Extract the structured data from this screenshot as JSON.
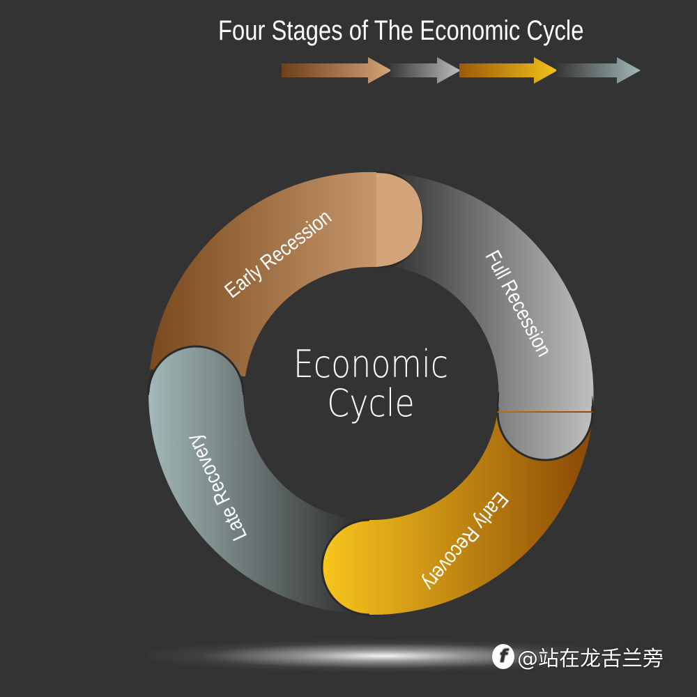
{
  "header": {
    "title": "Four Stages of The Economic Cycle",
    "arrows": [
      {
        "stage": "Early Recession",
        "color_start": "#7a4a1e",
        "color_end": "#d4a57b"
      },
      {
        "stage": "Full Recession",
        "color_start": "#3a3a3a",
        "color_end": "#b8b8b8"
      },
      {
        "stage": "Early Recovery",
        "color_start": "#9a5a08",
        "color_end": "#f4c21c"
      },
      {
        "stage": "Late Recovery",
        "color_start": "#3a3a3a",
        "color_end": "#a3b8b8"
      }
    ]
  },
  "diagram": {
    "center_label_line1": "Economic",
    "center_label_line2": "Cycle",
    "segments": [
      {
        "label": "Early Recession",
        "color_start": "#7a4a1e",
        "color_end": "#d4a57b"
      },
      {
        "label": "Full Recession",
        "color_start": "#3a3a3a",
        "color_end": "#bdbdbd"
      },
      {
        "label": "Early Recovery",
        "color_start": "#f7c41d",
        "color_end": "#8a4a06"
      },
      {
        "label": "Late Recovery",
        "color_start": "#a3b8b8",
        "color_end": "#3a3a3a"
      }
    ]
  },
  "watermark": {
    "icon": "brand-logo-icon",
    "text": "@站在龙舌兰旁"
  },
  "colors": {
    "background": "#333333",
    "text": "#ffffff"
  }
}
